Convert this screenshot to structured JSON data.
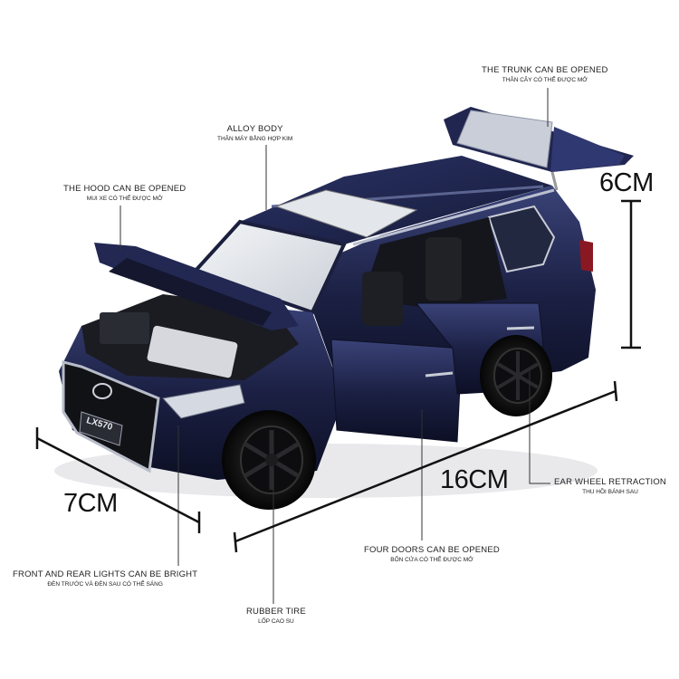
{
  "annotations": {
    "trunk": {
      "en": "THE TRUNK CAN BE OPENED",
      "vi": "THÂN CÂY CÓ THỂ ĐƯỢC MỞ"
    },
    "body": {
      "en": "ALLOY BODY",
      "vi": "THÂN MÁY BẰNG HỢP KIM"
    },
    "hood": {
      "en": "THE HOOD CAN BE OPENED",
      "vi": "MUI XE CÓ THỂ ĐƯỢC MỞ"
    },
    "rear_wheel": {
      "en": "EAR WHEEL RETRACTION",
      "vi": "THU HỒI BÁNH SAU"
    },
    "doors": {
      "en": "FOUR DOORS CAN BE OPENED",
      "vi": "BỐN CỬA CÓ THỂ ĐƯỢC MỞ"
    },
    "lights": {
      "en": "FRONT AND REAR LIGHTS CAN BE BRIGHT",
      "vi": "ĐÈN TRƯỚC VÀ ĐÈN SAU CÓ THỂ SÁNG"
    },
    "tire": {
      "en": "RUBBER TIRE",
      "vi": "LỐP CAO SU"
    }
  },
  "dimensions": {
    "height": "6CM",
    "length": "16CM",
    "width": "7CM"
  },
  "car": {
    "plate": "LX570",
    "body_color": "#1c2145",
    "accent_color": "#c8ccd6"
  }
}
